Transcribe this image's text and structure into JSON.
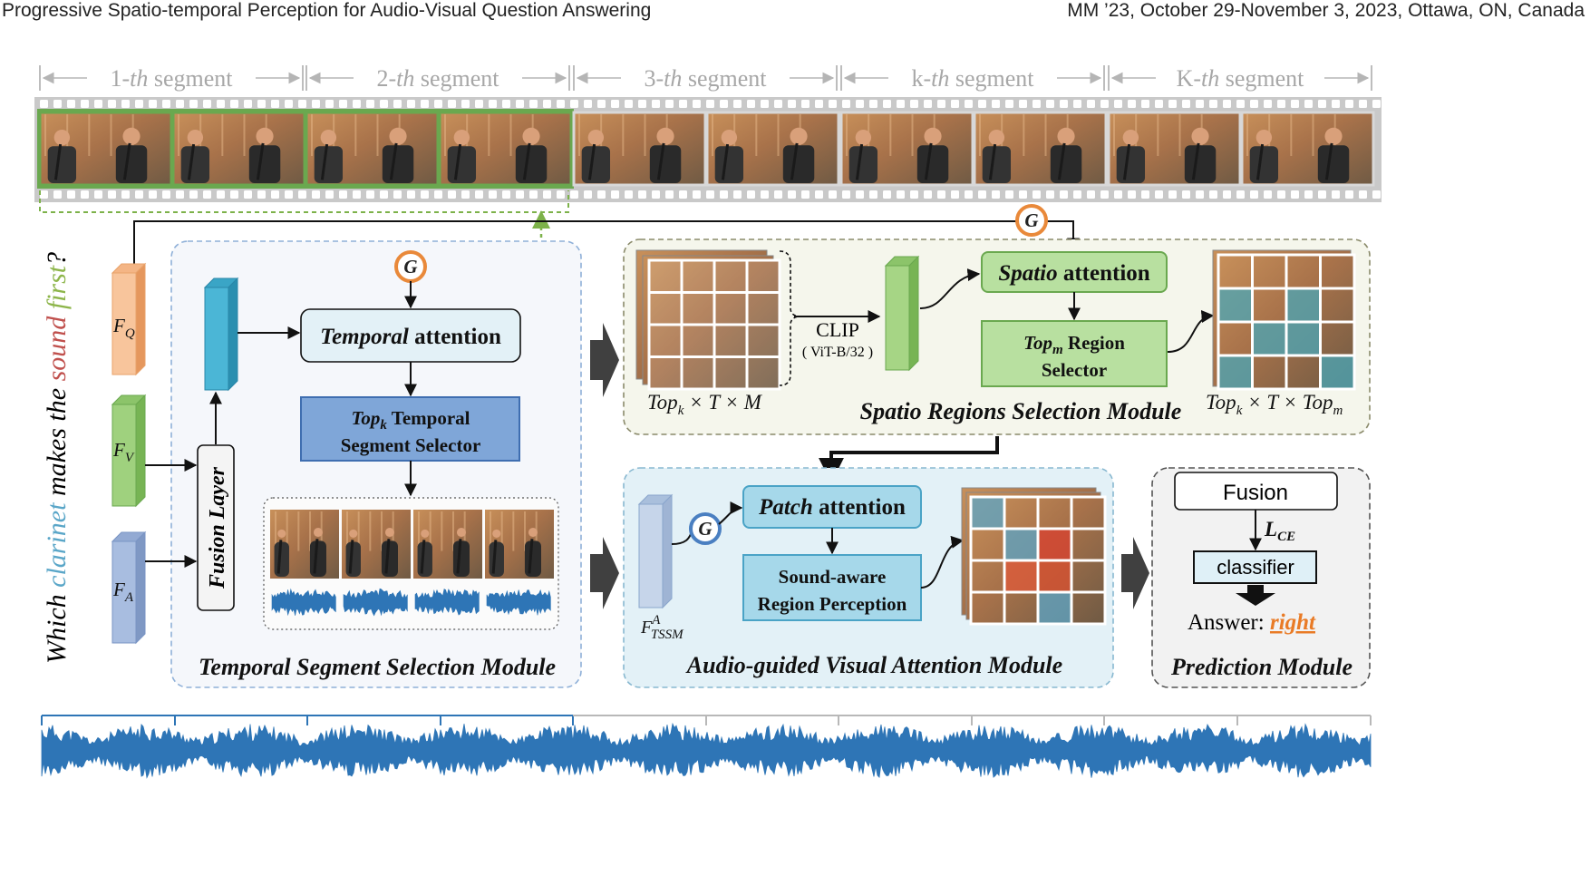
{
  "header": {
    "left": "Progressive Spatio-temporal Perception for Audio-Visual Question Answering",
    "right": "MM ’23, October 29-November 3, 2023, Ottawa, ON, Canada"
  },
  "segments": [
    {
      "num": "1-",
      "suffix": "th",
      "word": " segment"
    },
    {
      "num": "2-",
      "suffix": "th",
      "word": " segment"
    },
    {
      "num": "3-",
      "suffix": "th",
      "word": " segment"
    },
    {
      "num": "k-",
      "suffix": "th",
      "word": " segment"
    },
    {
      "num": "K-",
      "suffix": "th",
      "word": " segment"
    }
  ],
  "question": {
    "parts": [
      {
        "text": "Which ",
        "color": "#222222"
      },
      {
        "text": "clarinet",
        "color": "#5aa6c8"
      },
      {
        "text": " makes the ",
        "color": "#222222"
      },
      {
        "text": "sound",
        "color": "#c0504d"
      },
      {
        "text": " first",
        "color": "#8db54a"
      },
      {
        "text": "?",
        "color": "#222222"
      }
    ]
  },
  "features": {
    "fq": {
      "main": "F",
      "sub": "Q",
      "color": "#f8c59c"
    },
    "fv": {
      "main": "F",
      "sub": "V",
      "color": "#9fd17e"
    },
    "fa": {
      "main": "F",
      "sub": "A",
      "color": "#a8bde0"
    },
    "ftssm": {
      "main": "F",
      "sup": "A",
      "sub": "TSSM"
    }
  },
  "gate_label": "G",
  "fusion_layer": "Fusion Layer",
  "tssm": {
    "title": "Temporal Segment Selection Module",
    "attention": {
      "emph": "Temporal",
      "rest": " attention"
    },
    "selector": {
      "line1_emph": "Top",
      "line1_sub": "k",
      "line1_rest": " Temporal",
      "line2": "Segment Selector"
    }
  },
  "srsm": {
    "title": "Spatio Regions Selection Module",
    "clip": "CLIP",
    "clip_model": "( ViT-B/32 )",
    "attention": {
      "emph": "Spatio",
      "rest": " attention"
    },
    "selector": {
      "line1_emph": "Top",
      "line1_sub": "m",
      "line1_rest": " Region",
      "line2": "Selector"
    },
    "left_dims": {
      "a": "Top",
      "a_sub": "k",
      "rest": " × T × M"
    },
    "right_dims": {
      "a": "Top",
      "a_sub": "k",
      "mid": " × T × ",
      "b": "Top",
      "b_sub": "m"
    }
  },
  "agvam": {
    "title": "Audio-guided Visual Attention Module",
    "attention": {
      "emph": "Patch",
      "rest": " attention"
    },
    "perception": {
      "line1": "Sound-aware",
      "line2": "Region Perception"
    }
  },
  "prediction": {
    "title": "Prediction Module",
    "fusion": "Fusion",
    "loss": {
      "main": "L",
      "sub": "CE"
    },
    "classifier": "classifier",
    "answer_label": "Answer: ",
    "answer_value": "right"
  },
  "colors": {
    "gate_ring": "#e9893a",
    "gate_blue": "#4a7fc1",
    "film_border": "#6aa84f",
    "tssm_bg": "#f5f7fb",
    "srsm_bg": "#f5f6ec",
    "agvam_bg": "#e3f1f7",
    "pred_bg": "#f2f2f2",
    "waveform": "#2e75b6",
    "answer": "#e97b26"
  }
}
